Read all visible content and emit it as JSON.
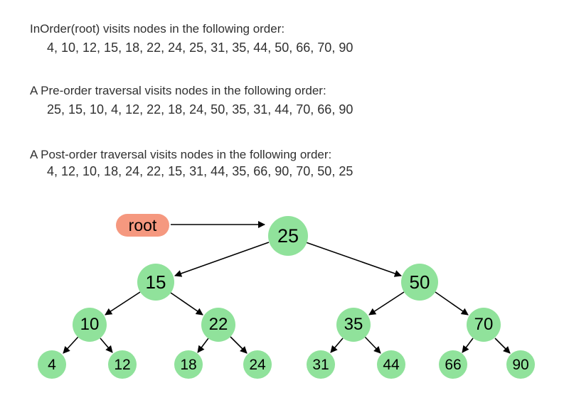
{
  "traversals": [
    {
      "title": "InOrder(root) visits nodes in the following order:",
      "order": "4, 10, 12, 15, 18, 22, 24, 25, 31, 35, 44, 50, 66, 70, 90"
    },
    {
      "title": "A Pre-order traversal visits nodes in the following order:",
      "order": "25, 15, 10, 4, 12, 22, 18, 24, 50, 35, 31, 44, 70, 66, 90"
    },
    {
      "title": "A Post-order traversal visits nodes in the following order:",
      "order": "4, 12, 10, 18, 24, 22, 15, 31, 44, 35, 66, 90, 70, 50, 25"
    }
  ],
  "tree": {
    "root_pointer_label": "root",
    "colors": {
      "node_fill": "#90e29b",
      "root_pointer_fill": "#f5987f",
      "edge": "#000000",
      "text": "#303030"
    },
    "nodes": [
      {
        "label": "25"
      },
      {
        "label": "15"
      },
      {
        "label": "50"
      },
      {
        "label": "10"
      },
      {
        "label": "22"
      },
      {
        "label": "35"
      },
      {
        "label": "70"
      },
      {
        "label": "4"
      },
      {
        "label": "12"
      },
      {
        "label": "18"
      },
      {
        "label": "24"
      },
      {
        "label": "31"
      },
      {
        "label": "44"
      },
      {
        "label": "66"
      },
      {
        "label": "90"
      }
    ],
    "edges": [
      "root→25",
      "25→15",
      "25→50",
      "15→10",
      "15→22",
      "50→35",
      "50→70",
      "10→4",
      "10→12",
      "22→18",
      "22→24",
      "35→31",
      "35→44",
      "70→66",
      "70→90"
    ]
  }
}
